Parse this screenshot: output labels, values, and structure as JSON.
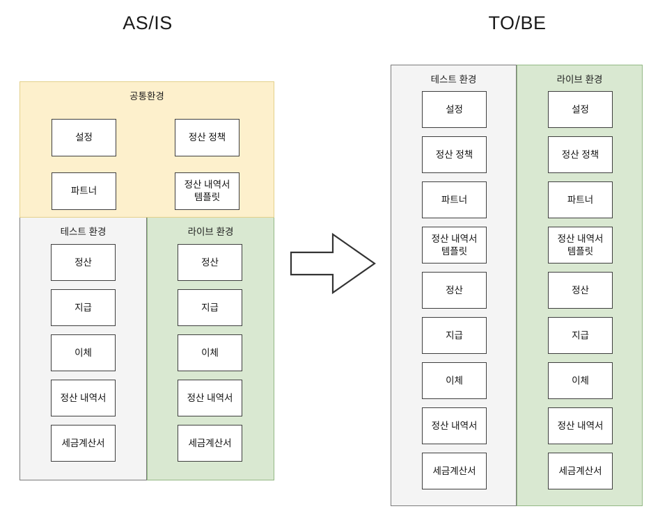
{
  "titles": {
    "asis": "AS/IS",
    "tobe": "TO/BE"
  },
  "asis": {
    "common": {
      "label": "공통환경",
      "bg_color": "#fdf0cc",
      "border_color": "#e3d08a",
      "left_column": [
        "설정",
        "파트너"
      ],
      "right_column": [
        "정산 정책",
        "정산 내역서\n템플릿"
      ]
    },
    "test": {
      "label": "테스트 환경",
      "bg_color": "#f4f4f4",
      "border_color": "#7a7a7a",
      "nodes": [
        "정산",
        "지급",
        "이체",
        "정산 내역서",
        "세금계산서"
      ]
    },
    "live": {
      "label": "라이브 환경",
      "bg_color": "#d9e8d1",
      "border_color": "#93b884",
      "nodes": [
        "정산",
        "지급",
        "이체",
        "정산 내역서",
        "세금계산서"
      ]
    }
  },
  "tobe": {
    "test": {
      "label": "테스트 환경",
      "bg_color": "#f4f4f4",
      "border_color": "#7a7a7a",
      "nodes": [
        "설정",
        "정산 정책",
        "파트너",
        "정산 내역서\n템플릿",
        "정산",
        "지급",
        "이체",
        "정산 내역서",
        "세금계산서"
      ]
    },
    "live": {
      "label": "라이브 환경",
      "bg_color": "#d9e8d1",
      "border_color": "#93b884",
      "nodes": [
        "설정",
        "정산 정책",
        "파트너",
        "정산 내역서\n템플릿",
        "정산",
        "지급",
        "이체",
        "정산 내역서",
        "세금계산서"
      ]
    }
  },
  "arrow": {
    "name": "right-arrow",
    "direction": "right",
    "stroke_color": "#333333"
  }
}
